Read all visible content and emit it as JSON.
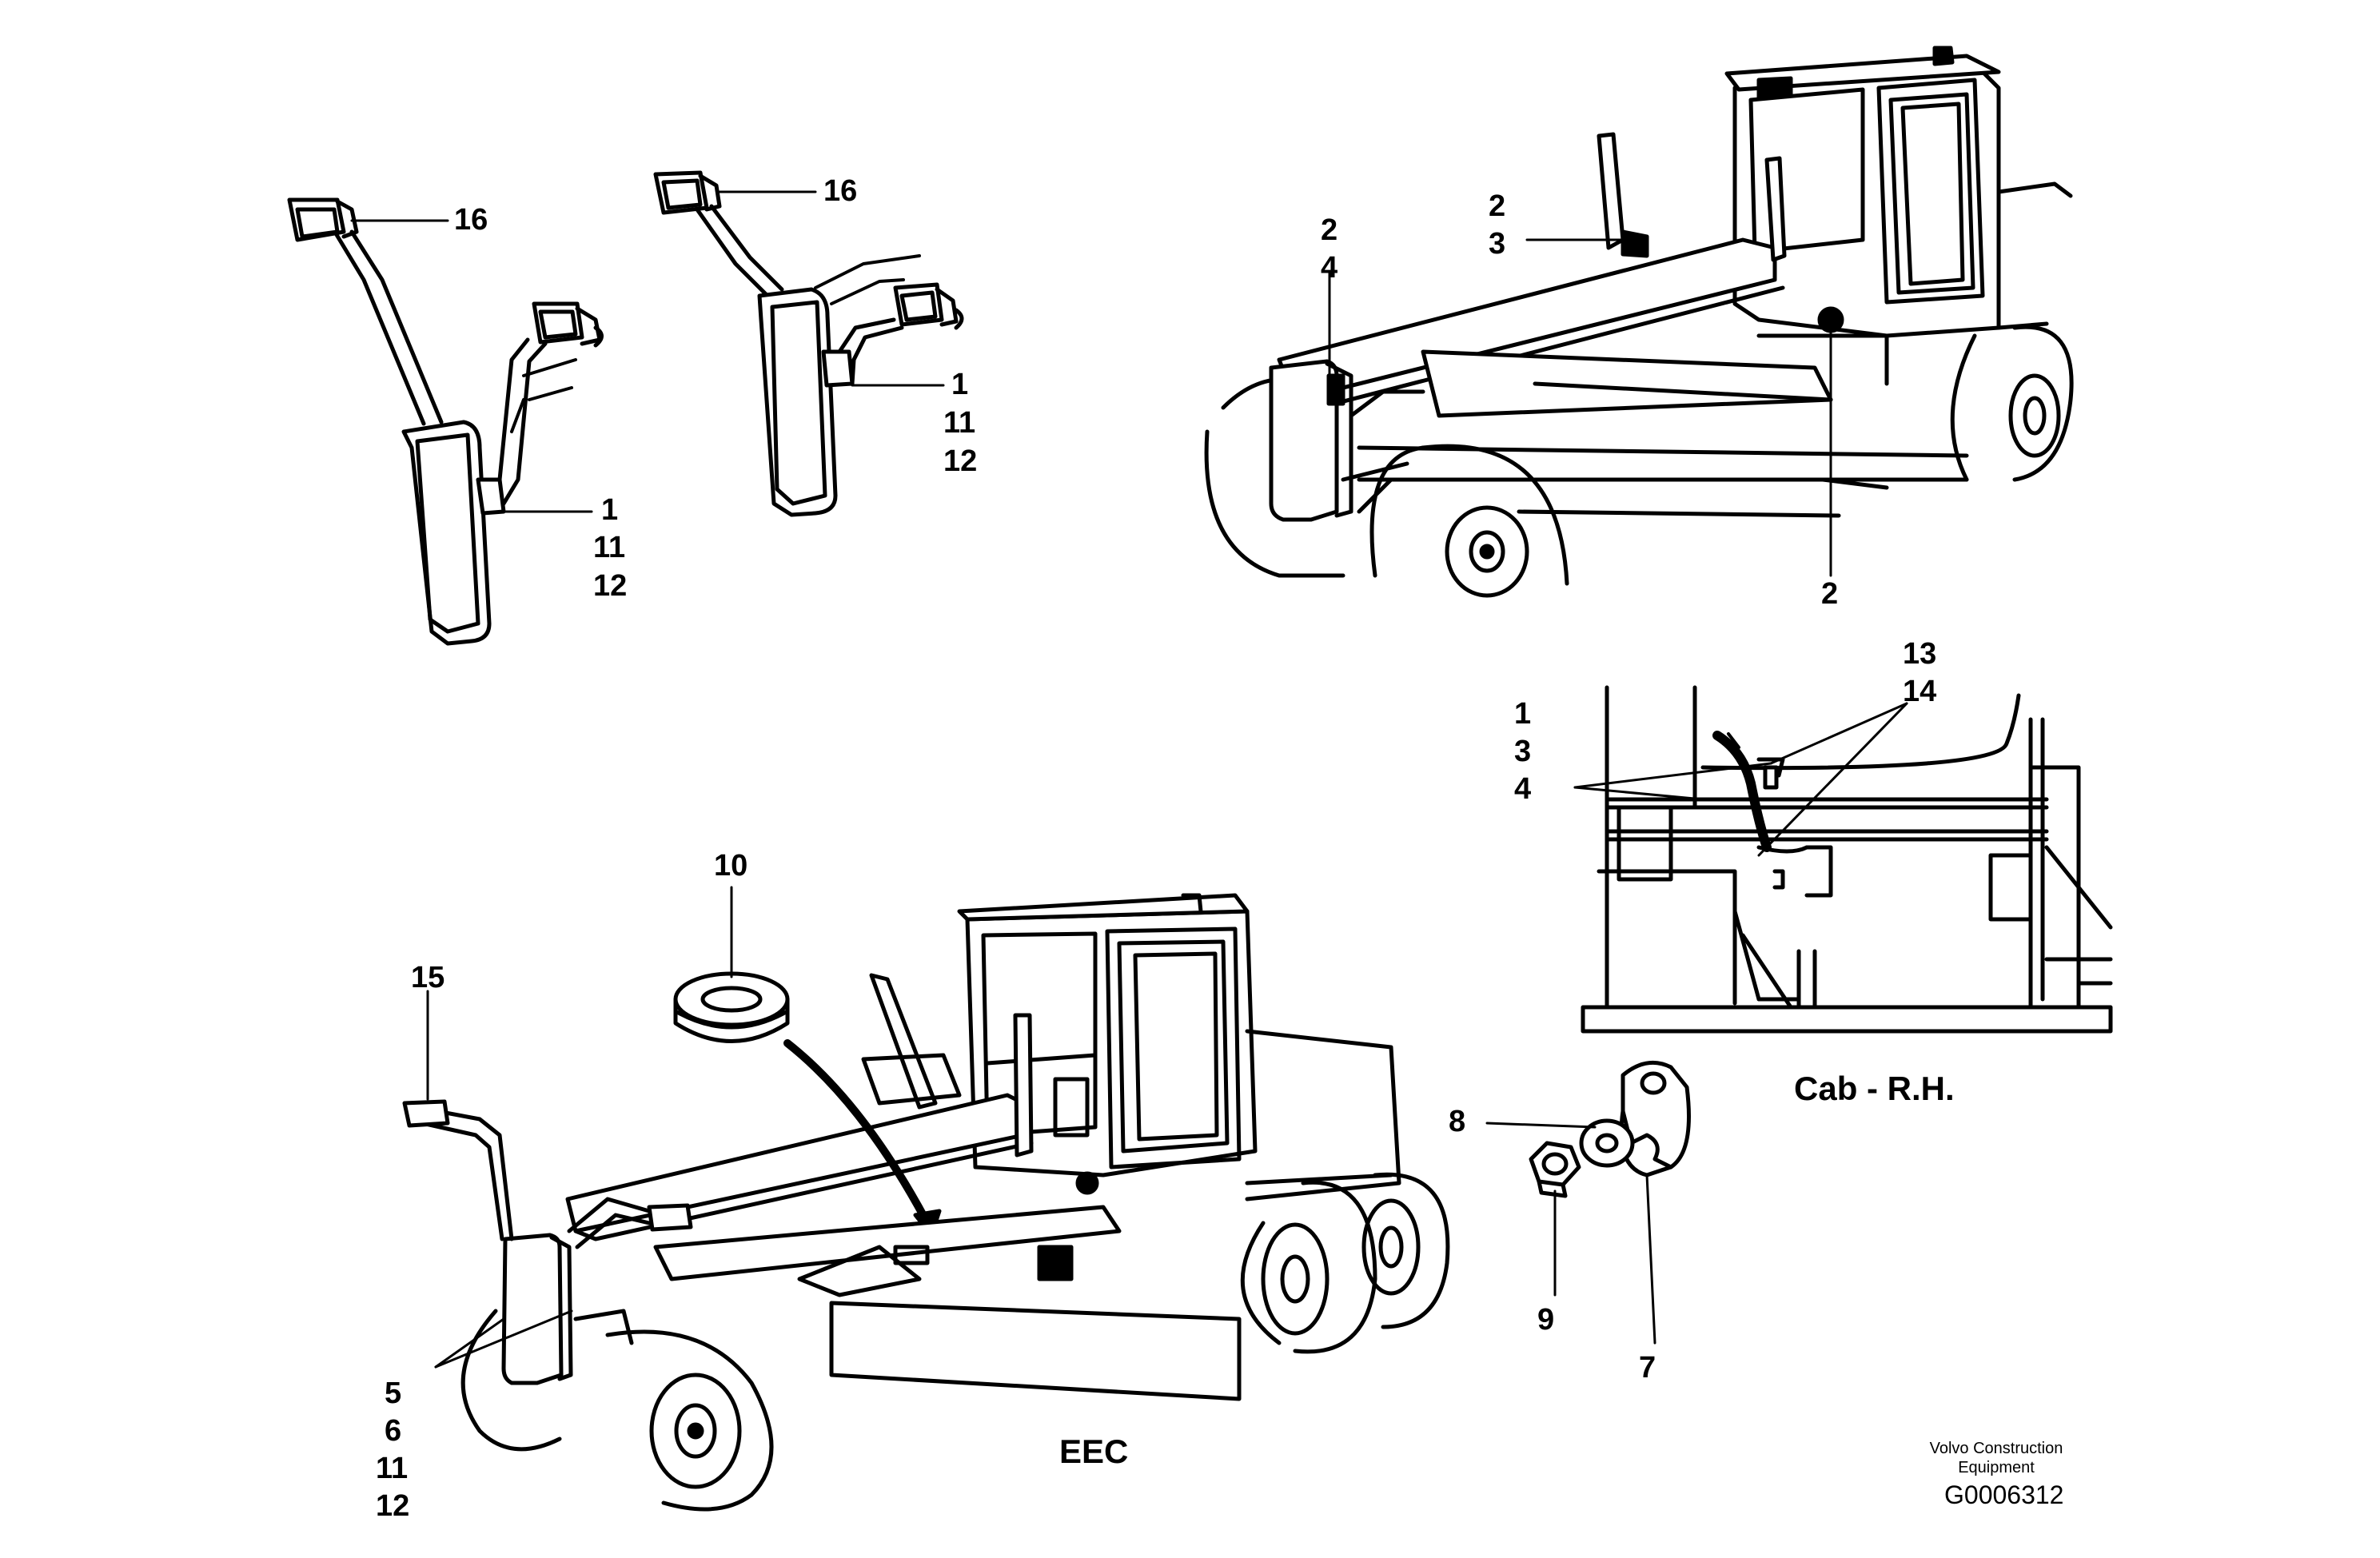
{
  "callouts": {
    "c16_a": "16",
    "c1_a": "1",
    "c11_a": "11",
    "c12_a": "12",
    "c16_b": "16",
    "c1_b": "1",
    "c11_b": "11",
    "c12_b": "12",
    "c2_a": "2",
    "c4_a": "4",
    "c2_b": "2",
    "c3_a": "3",
    "c2_c": "2",
    "c13": "13",
    "c14": "14",
    "c1_c": "1",
    "c3_b": "3",
    "c4_b": "4",
    "c10": "10",
    "c15": "15",
    "c5": "5",
    "c6": "6",
    "c11_c": "11",
    "c12_c": "12",
    "c8": "8",
    "c9": "9",
    "c7": "7"
  },
  "captions": {
    "cab_rh": "Cab - R.H.",
    "eec": "EEC"
  },
  "footer": {
    "credit_line1": "Volvo Construction",
    "credit_line2": "Equipment",
    "figure_code": "G0006312"
  }
}
